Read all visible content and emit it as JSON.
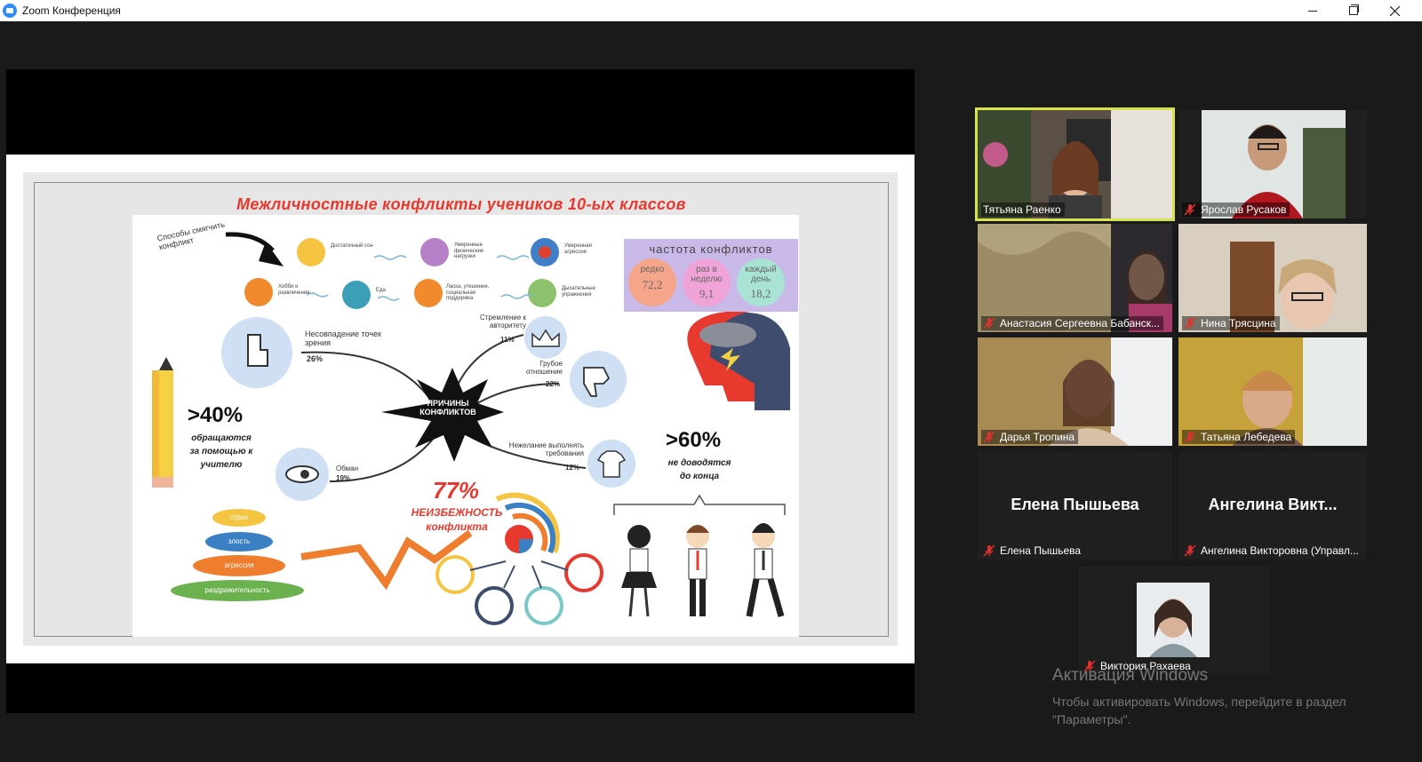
{
  "window": {
    "title": "Zoom Конференция"
  },
  "slide": {
    "title": "Межличностные конфликты учеников 10-ых классов",
    "ways_label": "Способы смягчить конфликт",
    "ways": [
      {
        "label": "Достаточный сон",
        "color": "#f5b62b"
      },
      {
        "label": "Умеренные физические нагрузки",
        "color": "#b77fc7"
      },
      {
        "label": "Умеренная агрессия",
        "color": "#3f7fc7"
      },
      {
        "label": "Хобби и развлечения",
        "color": "#f08a2c"
      },
      {
        "label": "Еда",
        "color": "#3b9fb8"
      },
      {
        "label": "Ласка, утешение, социальная поддержка",
        "color": "#f08a2c"
      },
      {
        "label": "Дыхательные упражнения",
        "color": "#8cc26b"
      }
    ],
    "frequency": {
      "title": "частота конфликтов",
      "items": [
        {
          "label": "редко",
          "value": "72,2",
          "color": "#f4a58a"
        },
        {
          "label": "раз в неделю",
          "value": "9,1",
          "color": "#f0a3d6"
        },
        {
          "label": "каждый день",
          "value": "18,2",
          "color": "#a9e3d6"
        }
      ]
    },
    "causes_center": "ПРИЧИНЫ КОНФЛИКТОВ",
    "causes": [
      {
        "label": "Несовпадение точек зрения",
        "pct": "26%"
      },
      {
        "label": "Стремление к авторитету",
        "pct": "11%"
      },
      {
        "label": "Грубое отношение",
        "pct": "22%"
      },
      {
        "label": "Нежелание выполнять требования",
        "pct": "12%"
      },
      {
        "label": "Обман",
        "pct": "19%"
      }
    ],
    "stat_left": {
      "value": ">40%",
      "caption": "обращаются за помощью к учителю"
    },
    "stat_right": {
      "value": ">60%",
      "caption": "не доводятся до конца"
    },
    "stat_center": {
      "value": "77%",
      "caption": "НЕИЗБЕЖНОСТЬ конфликта"
    },
    "emotions": [
      {
        "label": "страх",
        "color": "#f5b62b"
      },
      {
        "label": "злость",
        "color": "#3b7fc4"
      },
      {
        "label": "агрессия",
        "color": "#ef7d2e"
      },
      {
        "label": "раздражительность",
        "color": "#6bb14e"
      }
    ]
  },
  "gallery": {
    "participants": [
      {
        "name": "Тятьяна Раенко",
        "muted": false,
        "video": true,
        "active": true
      },
      {
        "name": "Ярослав Русаков",
        "muted": true,
        "video": true
      },
      {
        "name": "Анастасия Сергеевна Бабанск...",
        "muted": true,
        "video": true
      },
      {
        "name": "Нина Трясцина",
        "muted": true,
        "video": true
      },
      {
        "name": "Дарья Тропина",
        "muted": true,
        "video": true
      },
      {
        "name": "Татьяна Лебедева",
        "muted": true,
        "video": true
      },
      {
        "name": "Елена Пышьева",
        "display_name": "Елена Пышьева",
        "muted": true,
        "video": false
      },
      {
        "name": "Ангелина Викторовна (Управл...",
        "display_name": "Ангелина Викт...",
        "muted": true,
        "video": false
      },
      {
        "name": "Виктория Рахаева",
        "muted": true,
        "video": true
      }
    ]
  },
  "watermark": {
    "title": "Активация Windows",
    "line1": "Чтобы активировать Windows, перейдите в раздел",
    "line2": "\"Параметры\"."
  }
}
